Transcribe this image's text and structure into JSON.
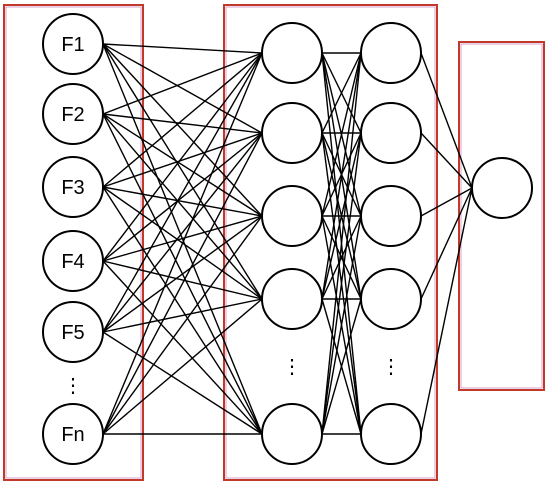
{
  "diagram": {
    "input_layer": {
      "nodes": [
        "F1",
        "F2",
        "F3",
        "F4",
        "F5",
        "Fn"
      ],
      "ellipsis": "⋮"
    },
    "hidden_layer_1": {
      "visible_nodes": 5,
      "ellipsis": "⋮"
    },
    "hidden_layer_2": {
      "visible_nodes": 5,
      "ellipsis": "⋮"
    },
    "output_layer": {
      "nodes": 1
    },
    "colors": {
      "box_border": "#c0392b",
      "box_inner_edge": "#d9a0c8",
      "node_stroke": "#000000",
      "edge_stroke": "#000000",
      "background": "#ffffff"
    }
  }
}
